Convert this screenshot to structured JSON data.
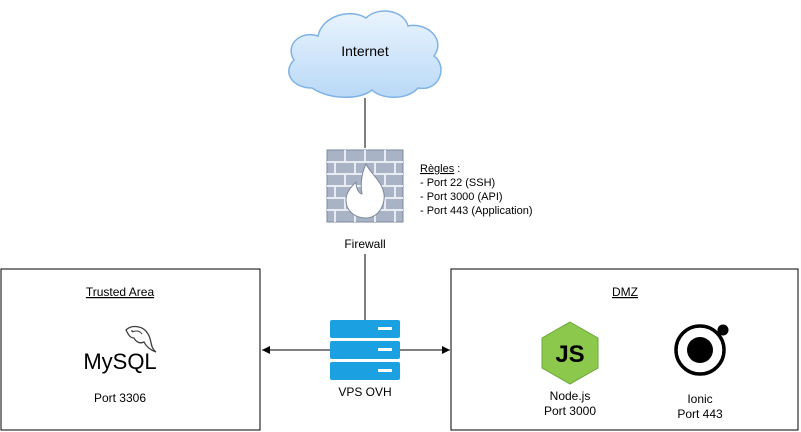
{
  "internet": {
    "label": "Internet"
  },
  "firewall": {
    "label": "Firewall",
    "rules_title": "Règles",
    "rules_separator": " :",
    "rules": [
      "- Port 22 (SSH)",
      "- Port 3000 (API)",
      "- Port 443 (Application)"
    ]
  },
  "vps": {
    "label": "VPS OVH"
  },
  "trusted_area": {
    "title": "Trusted Area",
    "mysql_logo_text": "MySQL",
    "port": "Port 3306"
  },
  "dmz": {
    "title": "DMZ",
    "node": {
      "name": "Node.js",
      "port": "Port 3000",
      "logo_text": "JS"
    },
    "ionic": {
      "name": "Ionic",
      "port": "Port 443"
    }
  },
  "colors": {
    "cloud_fill": "#cfe6fb",
    "cloud_stroke": "#6fa8dc",
    "firewall_brick": "#a8b3c6",
    "firewall_flame": "#ffffff",
    "server_blue": "#1ba1e2",
    "nodejs_green": "#8cc84b",
    "ionic_black": "#000000",
    "mysql_dolphin": "#3e3e3e"
  }
}
